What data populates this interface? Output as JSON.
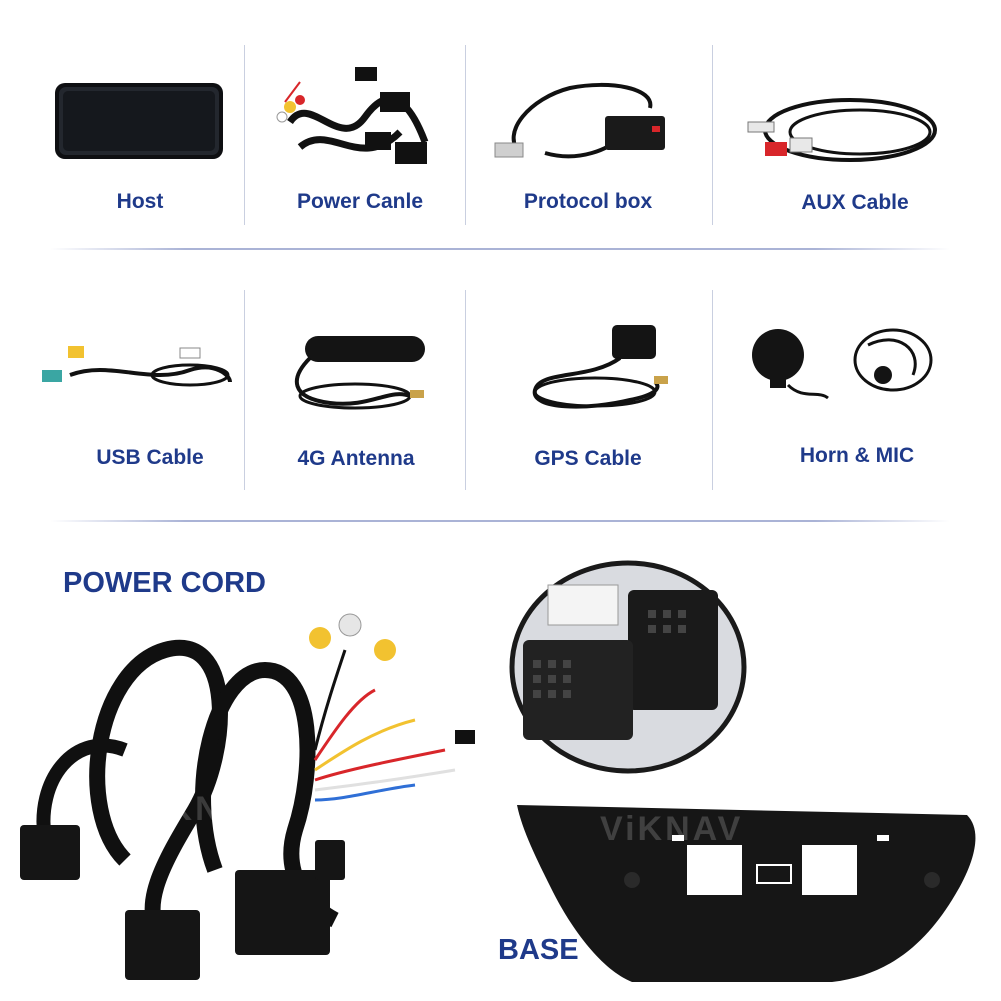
{
  "items_row1": [
    {
      "label": "Host",
      "icon": "car-screen-host-image"
    },
    {
      "label": "Power Canle",
      "icon": "power-cable-harness-image"
    },
    {
      "label": "Protocol box",
      "icon": "protocol-box-image"
    },
    {
      "label": "AUX Cable",
      "icon": "aux-cable-image"
    }
  ],
  "items_row2": [
    {
      "label": "USB Cable",
      "icon": "usb-cable-image"
    },
    {
      "label": "4G Antenna",
      "icon": "4g-antenna-image"
    },
    {
      "label": "GPS Cable",
      "icon": "gps-cable-image"
    },
    {
      "label": "Horn & MIC",
      "icon": "horn-mic-image"
    }
  ],
  "power_cord": {
    "title": "POWER CORD"
  },
  "base": {
    "title": "BASE"
  },
  "watermark": "ViKNAV",
  "colors": {
    "label": "#1f3a8a",
    "divider": "#aab3d6",
    "accent_yellow": "#f2c230",
    "accent_red": "#d8262a"
  }
}
